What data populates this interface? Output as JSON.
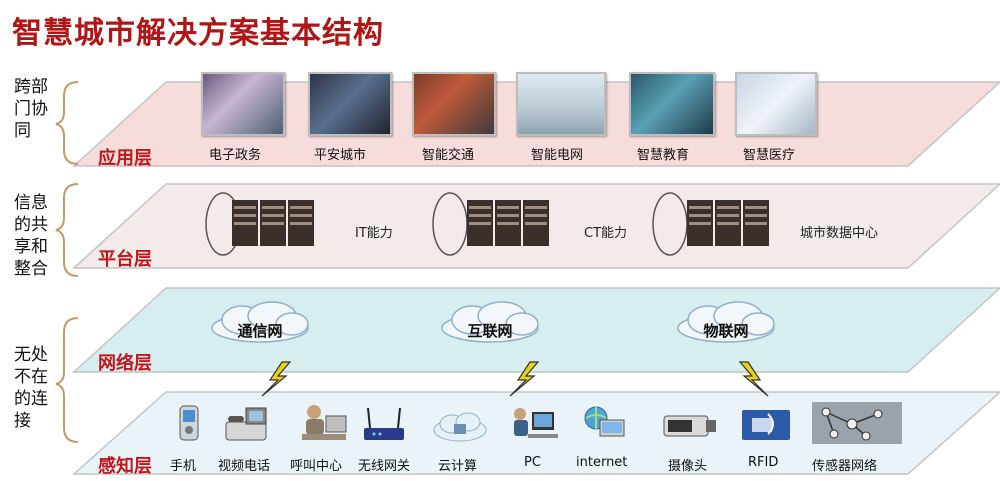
{
  "title": "智慧城市解决方案基本结构",
  "layers": [
    {
      "name": "应用层",
      "side": [
        "跨部",
        "门协",
        "同"
      ]
    },
    {
      "name": "平台层",
      "side": [
        "信息",
        "的共",
        "享和",
        "整合"
      ]
    },
    {
      "name": "网络层",
      "side": [
        "无处",
        "不在",
        "的连",
        "接"
      ]
    },
    {
      "name": "感知层",
      "side": []
    }
  ],
  "apps": [
    "电子政务",
    "平安城市",
    "智能交通",
    "智能电网",
    "智慧教育",
    "智慧医疗"
  ],
  "platform": [
    "IT能力",
    "CT能力",
    "城市数据中心"
  ],
  "networks": [
    "通信网",
    "互联网",
    "物联网"
  ],
  "sensing": [
    "手机",
    "视频电话",
    "呼叫中心",
    "无线网关",
    "云计算",
    "PC",
    "internet",
    "摄像头",
    "RFID",
    "传感器网络"
  ],
  "colors": {
    "title": "#b01616",
    "layer_label": "#c0171c",
    "app_band": "#f7dcdc",
    "platform_band": "#f3eaea",
    "network_band": "#d7eef0",
    "sensing_band": "#eaf3f7"
  }
}
